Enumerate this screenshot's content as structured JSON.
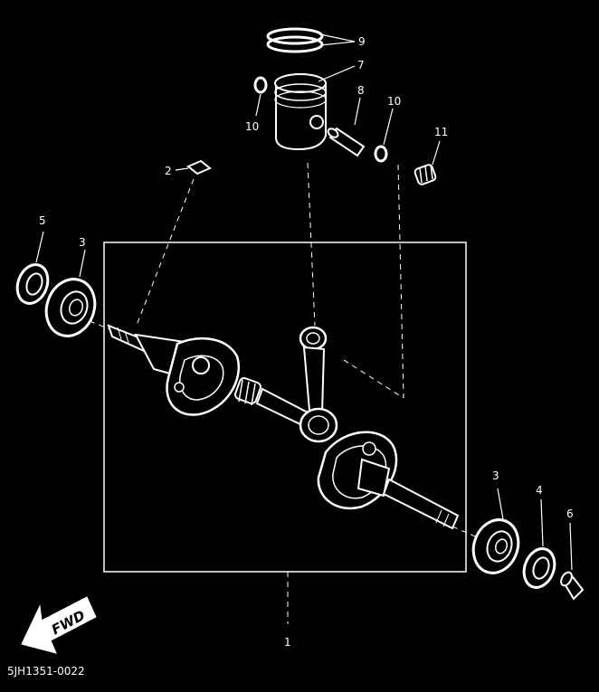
{
  "diagram": {
    "code": "5JH1351-0022",
    "fwd_label": "FWD",
    "callouts": {
      "c1": "1",
      "c2": "2",
      "c3a": "3",
      "c3b": "3",
      "c4": "4",
      "c5": "5",
      "c6": "6",
      "c7": "7",
      "c8": "8",
      "c9": "9",
      "c10a": "10",
      "c10b": "10",
      "c11": "11"
    }
  },
  "colors": {
    "background": "#000000",
    "line": "#ffffff"
  }
}
